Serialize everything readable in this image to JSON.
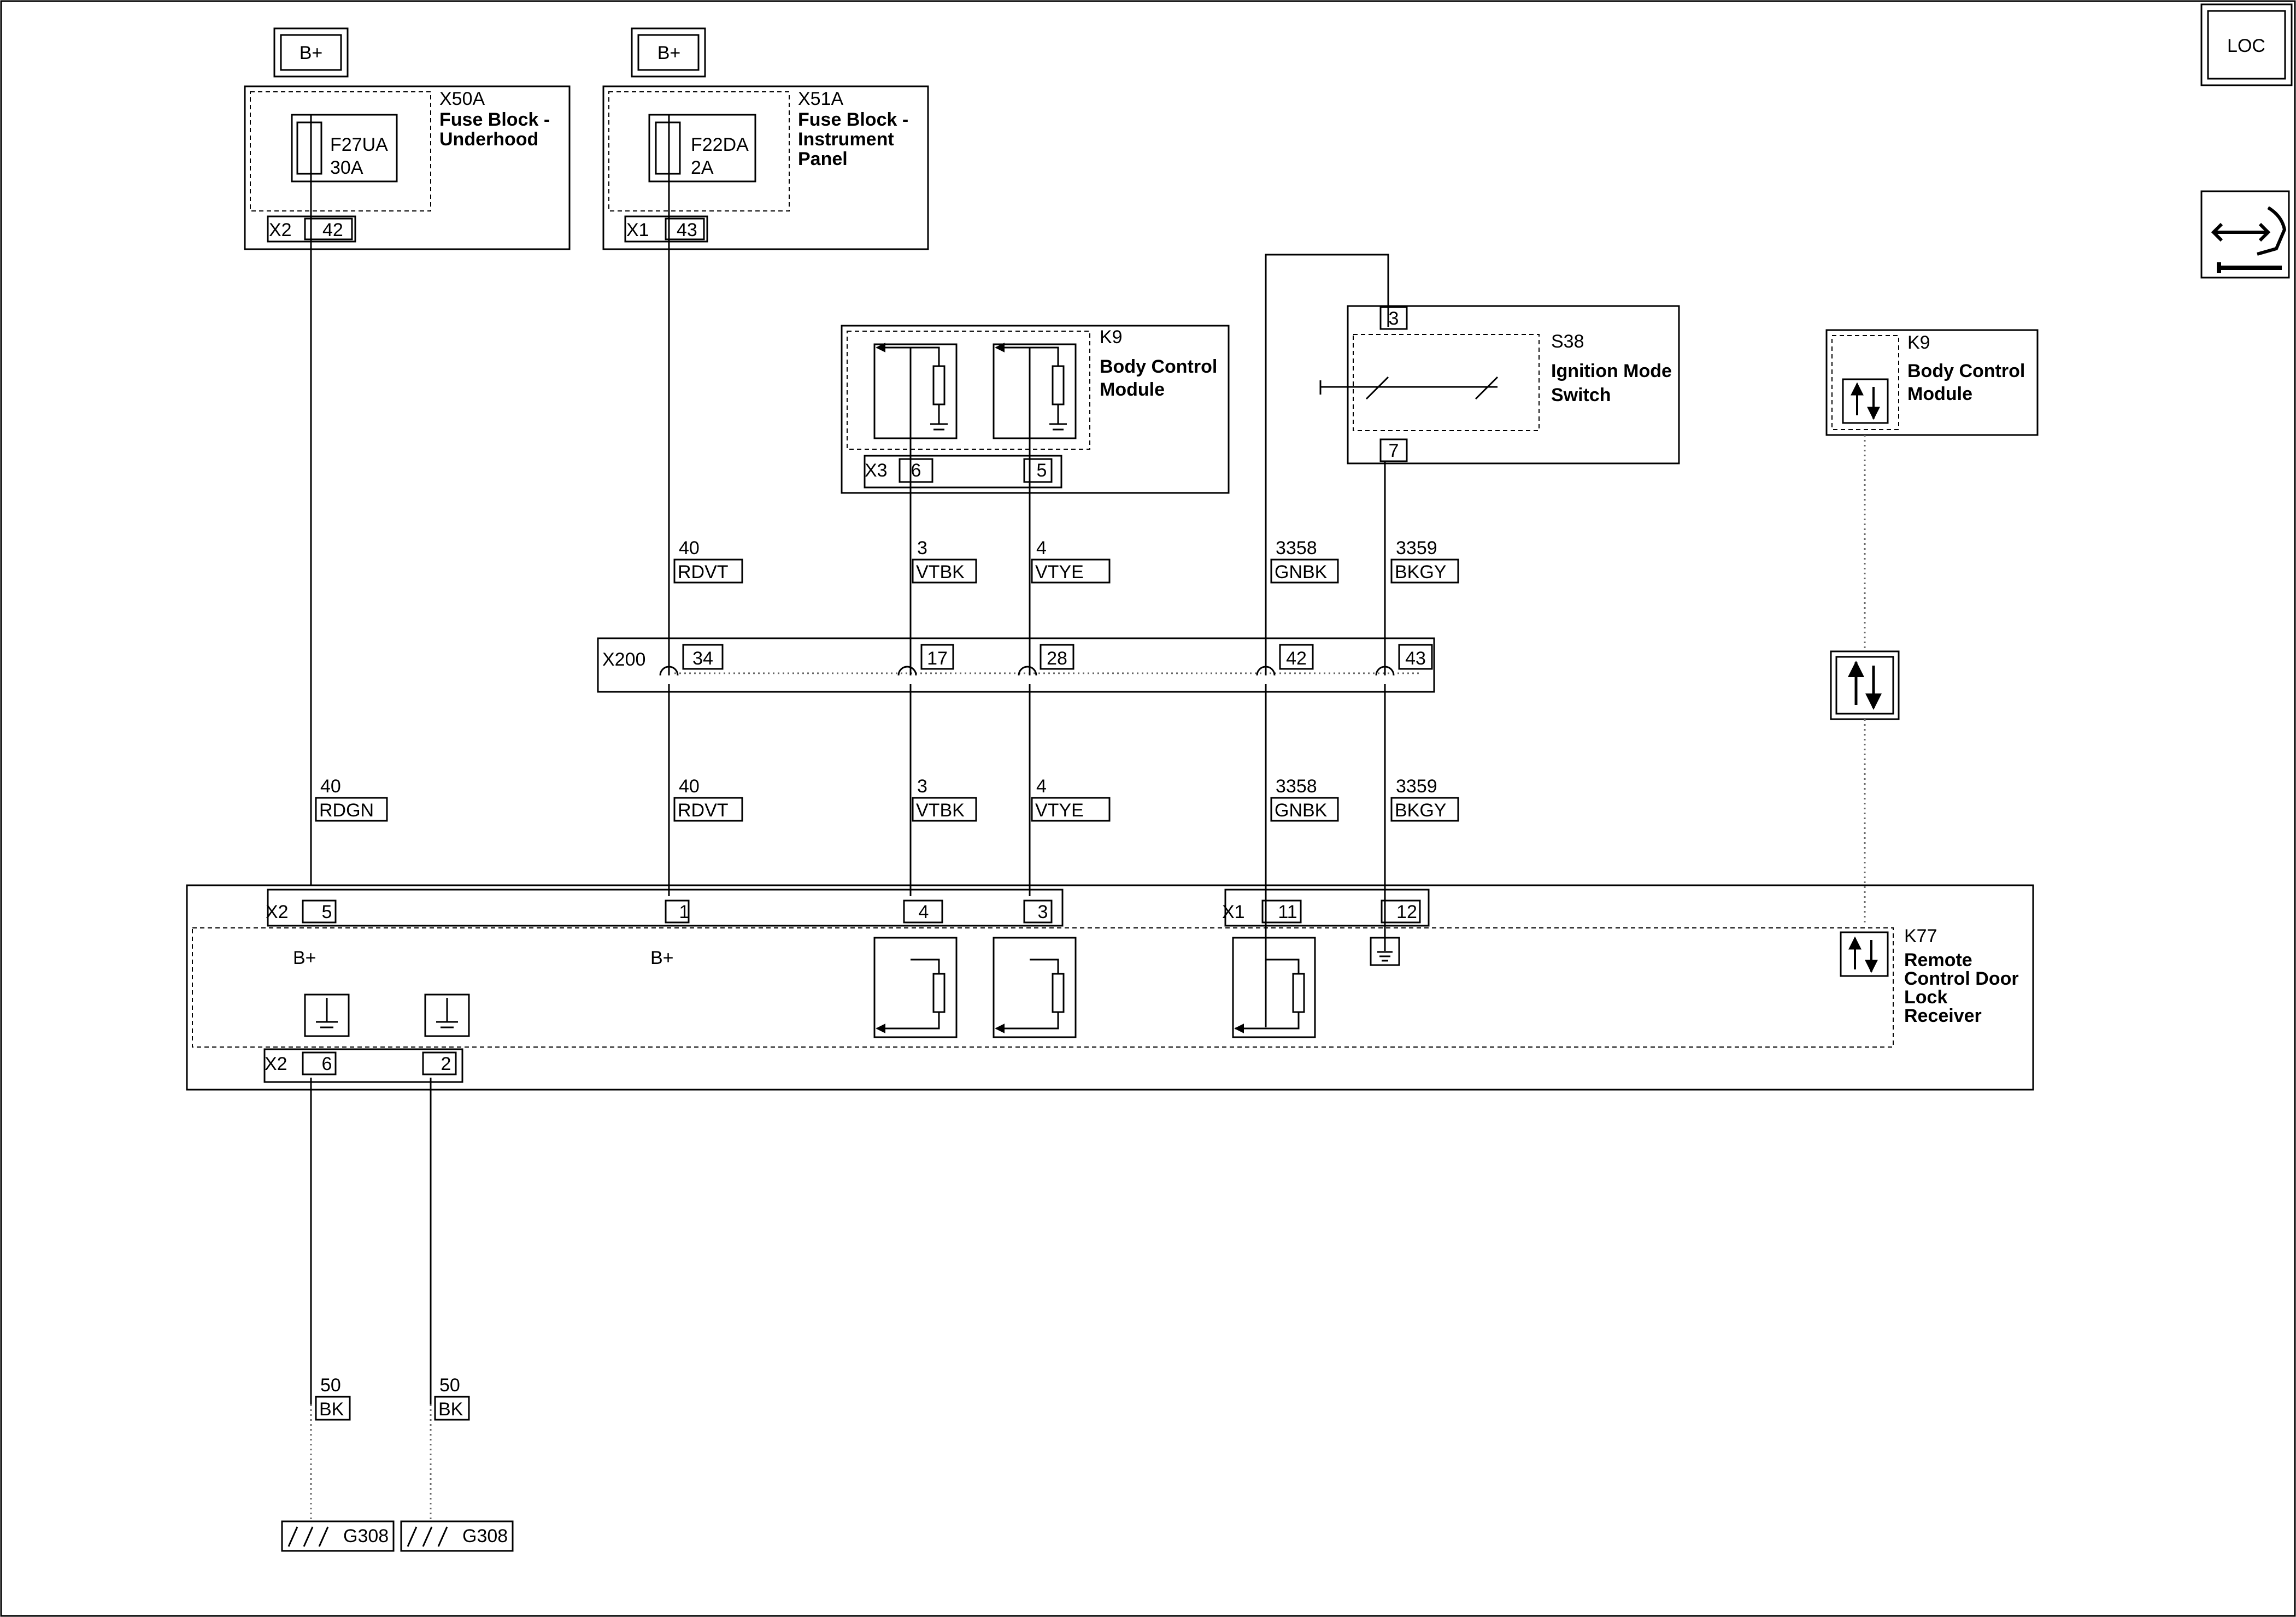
{
  "badges": {
    "loc": "LOC",
    "bplus": "B+"
  },
  "fuse_x50a": {
    "id": "X50A",
    "name1": "Fuse Block -",
    "name2": "Underhood",
    "fuse": "F27UA",
    "rating": "30A",
    "conn": "X2",
    "pin": "42"
  },
  "fuse_x51a": {
    "id": "X51A",
    "name1": "Fuse Block -",
    "name2": "Instrument",
    "name3": "Panel",
    "fuse": "F22DA",
    "rating": "2A",
    "conn": "X1",
    "pin": "43"
  },
  "bcm": {
    "id": "K9",
    "name1": "Body Control",
    "name2": "Module",
    "conn": "X3",
    "pin_a": "6",
    "pin_b": "5"
  },
  "bcm_right": {
    "id": "K9",
    "name1": "Body Control",
    "name2": "Module"
  },
  "ignition": {
    "id": "S38",
    "name1": "Ignition Mode",
    "name2": "Switch",
    "pin_top": "3",
    "pin_bottom": "7"
  },
  "x200": {
    "id": "X200",
    "pins": [
      "34",
      "17",
      "28",
      "42",
      "43"
    ]
  },
  "wires_upper": [
    {
      "circuit": "40",
      "color": "RDVT"
    },
    {
      "circuit": "3",
      "color": "VTBK"
    },
    {
      "circuit": "4",
      "color": "VTYE"
    },
    {
      "circuit": "3358",
      "color": "GNBK"
    },
    {
      "circuit": "3359",
      "color": "BKGY"
    }
  ],
  "wires_lower": [
    {
      "circuit": "40",
      "color": "RDGN"
    },
    {
      "circuit": "40",
      "color": "RDVT"
    },
    {
      "circuit": "3",
      "color": "VTBK"
    },
    {
      "circuit": "4",
      "color": "VTYE"
    },
    {
      "circuit": "3358",
      "color": "GNBK"
    },
    {
      "circuit": "3359",
      "color": "BKGY"
    }
  ],
  "k77": {
    "id": "K77",
    "name1": "Remote",
    "name2": "Control Door",
    "name3": "Lock",
    "name4": "Receiver",
    "conn_x2": "X2",
    "x2_pins": [
      "5",
      "1",
      "4",
      "3"
    ],
    "conn_x1": "X1",
    "x1_pins": [
      "11",
      "12"
    ],
    "conn_x2b": "X2",
    "x2b_pins": [
      "6",
      "2"
    ]
  },
  "ground_wires": [
    {
      "circuit": "50",
      "color": "BK"
    },
    {
      "circuit": "50",
      "color": "BK"
    }
  ],
  "grounds": [
    "G308",
    "G308"
  ]
}
